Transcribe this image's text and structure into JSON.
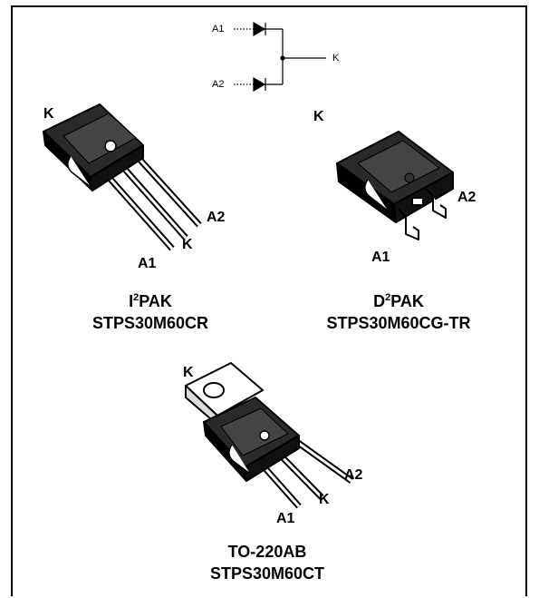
{
  "schematic": {
    "a1": "A1",
    "a2": "A2",
    "k": "K"
  },
  "packages": [
    {
      "id": "i2pak",
      "name_prefix": "I",
      "name_sup": "2",
      "name_suffix": "PAK",
      "part": "STPS30M60CR",
      "pins": {
        "k": "K",
        "a1": "A1",
        "a2": "A2",
        "k2": "K"
      }
    },
    {
      "id": "d2pak",
      "name_prefix": "D",
      "name_sup": "2",
      "name_suffix": "PAK",
      "part": "STPS30M60CG-TR",
      "pins": {
        "k": "K",
        "a1": "A1",
        "a2": "A2"
      }
    },
    {
      "id": "to220",
      "name": "TO-220AB",
      "part": "STPS30M60CT",
      "pins": {
        "k": "K",
        "a1": "A1",
        "a2": "A2",
        "k2": "K"
      }
    }
  ]
}
